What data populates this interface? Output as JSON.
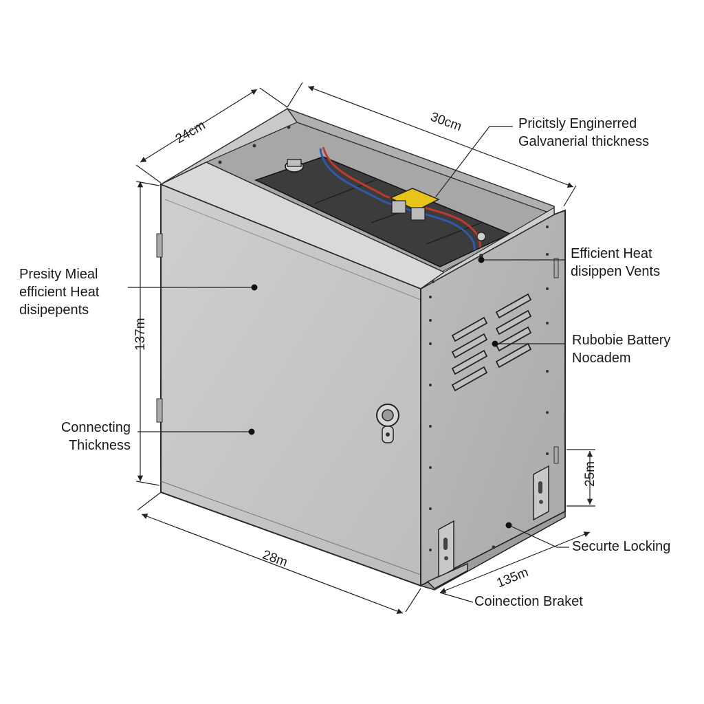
{
  "dimensions": {
    "depth_top": "24cm",
    "width_top": "30cm",
    "height_left": "137m",
    "width_bottom": "28m",
    "depth_bottom": "135m",
    "bracket_height": "25m"
  },
  "callouts": {
    "top_right": [
      "Pricitsly Enginerred",
      "Galvanerial thickness"
    ],
    "left_upper": [
      "Presity Mieal",
      "efficient Heat",
      "disipepents"
    ],
    "left_lower": [
      "Connecting",
      "Thickness"
    ],
    "vents": [
      "Efficient Heat",
      "disippen Vents"
    ],
    "battery": [
      "Rubobie Battery",
      "Nocadem"
    ],
    "locking": [
      "Securte Locking"
    ],
    "bracket": [
      "Coinection Braket"
    ]
  },
  "colors": {
    "front_panel": "#c4c4c4",
    "side_panel": "#b6b6b6",
    "interior": "#a8a8a8",
    "battery": "#3a3a3a",
    "wire_red": "#c0392b",
    "wire_blue": "#2e5aa8",
    "terminal": "#e8c31a",
    "line": "#222222"
  }
}
